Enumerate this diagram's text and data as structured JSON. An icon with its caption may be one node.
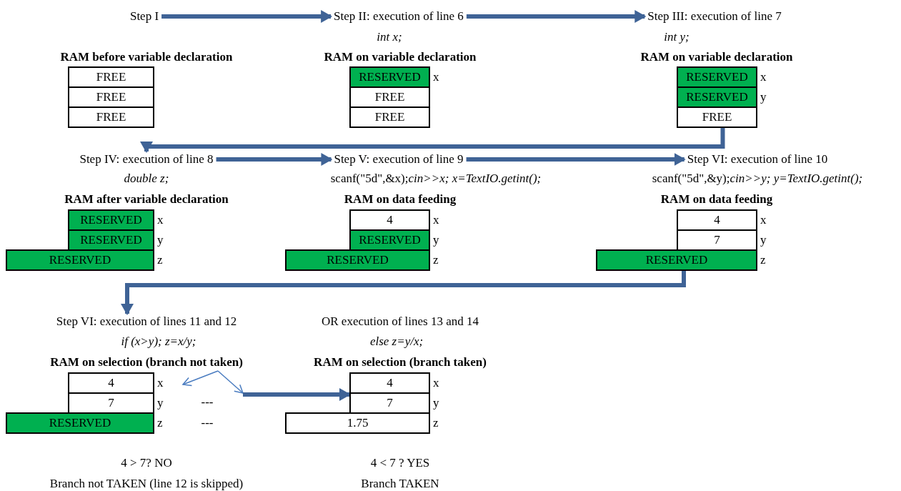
{
  "diagram": {
    "nodes": [
      {
        "text": [
          "Step I"
        ]
      },
      {
        "text": [
          "Step II: execution of line 6"
        ]
      },
      {
        "text": [
          "Step III: execution of line 7"
        ]
      },
      {
        "text": [
          "FREE"
        ]
      },
      {
        "text": [
          "FREE"
        ]
      },
      {
        "text": [
          "FREE"
        ]
      },
      {
        "text": [
          "RESERVED"
        ],
        "beside": [
          "x"
        ]
      },
      {
        "text": [
          "FREE"
        ]
      },
      {
        "text": [
          "FREE"
        ]
      },
      {
        "text": [
          "RESERVED"
        ],
        "beside": [
          "x"
        ]
      },
      {
        "text": [
          "RESERVED"
        ],
        "beside": [
          "y"
        ]
      },
      {
        "text": [
          "FREE"
        ]
      },
      {
        "text": [
          "Step IV: execution of line 8"
        ]
      },
      {
        "text": [
          "Step V: execution of line 9"
        ]
      },
      {
        "text": [
          "Step VI: execution of line 10"
        ]
      },
      {
        "text": [
          "RESERVED"
        ],
        "beside": [
          "x"
        ]
      },
      {
        "text": [
          "RESERVED"
        ],
        "beside": [
          "y"
        ]
      },
      {
        "text": [
          "RESERVED"
        ],
        "beside": [
          "z"
        ]
      },
      {
        "text": [
          "4"
        ],
        "beside": [
          "x"
        ]
      },
      {
        "text": [
          "RESERVED"
        ],
        "beside": [
          "y"
        ]
      },
      {
        "text": [
          "RESERVED"
        ],
        "beside": [
          "z"
        ]
      },
      {
        "text": [
          "4"
        ],
        "beside": [
          "x"
        ]
      },
      {
        "text": [
          "7"
        ],
        "beside": [
          "y"
        ]
      },
      {
        "text": [
          "RESERVED"
        ],
        "beside": [
          "z"
        ]
      },
      {
        "text": [
          "Step VI: execution of lines 11 and 12"
        ]
      },
      {
        "text": [
          "RAM on selection (branch not taken)"
        ]
      },
      {
        "text": [
          "4"
        ],
        "beside": [
          "x"
        ]
      },
      {
        "text": [
          "7"
        ],
        "beside": [
          "y"
        ]
      },
      {
        "text": [
          "RESERVED"
        ],
        "beside": [
          "z"
        ]
      },
      {
        "text": [
          "4"
        ],
        "beside": [
          "x"
        ]
      },
      {
        "text": [
          "7"
        ],
        "beside": [
          "y"
        ]
      },
      {
        "text": [
          "1.75"
        ],
        "beside": [
          "z"
        ]
      }
    ],
    "edges": [
      {
        "from": 0,
        "to": 1,
        "arrow": "to"
      },
      {
        "from": 1,
        "to": 2,
        "arrow": "to"
      },
      {
        "from": 11,
        "to": 12,
        "arrow": "to"
      },
      {
        "from": 12,
        "to": 13,
        "arrow": "to"
      },
      {
        "from": 13,
        "to": 14,
        "arrow": "to"
      },
      {
        "from": 23,
        "to": 24,
        "arrow": "to"
      },
      {
        "from": 25,
        "to": null,
        "arrow": "to",
        "color": "#4a7cc0"
      },
      {
        "from": 25,
        "to": null,
        "arrow": "to",
        "color": "#4a7cc0"
      },
      {
        "from": null,
        "to": 30,
        "arrow": "to"
      }
    ],
    "labels": [
      "int x;",
      "int y;",
      "RAM before variable declaration",
      "RAM on variable declaration",
      "RAM on variable declaration",
      "double z;",
      "scanf(\"5d\",&x);*cin>>x; x=TextIO.getint();*",
      "scanf(\"5d\",&y);*cin>>y; y=TextIO.getint();*",
      "RAM after variable declaration",
      "RAM on data feeding",
      "RAM on data feeding",
      "OR execution of lines 13 and 14",
      "if (x>y); z=x/y;",
      "else z=y/x;",
      "RAM on selection (branch taken)",
      "---",
      "---",
      "4 > 7? NO",
      "4 < 7 ? YES",
      "Branch not TAKEN (line 12 is skipped)",
      "Branch TAKEN"
    ]
  }
}
